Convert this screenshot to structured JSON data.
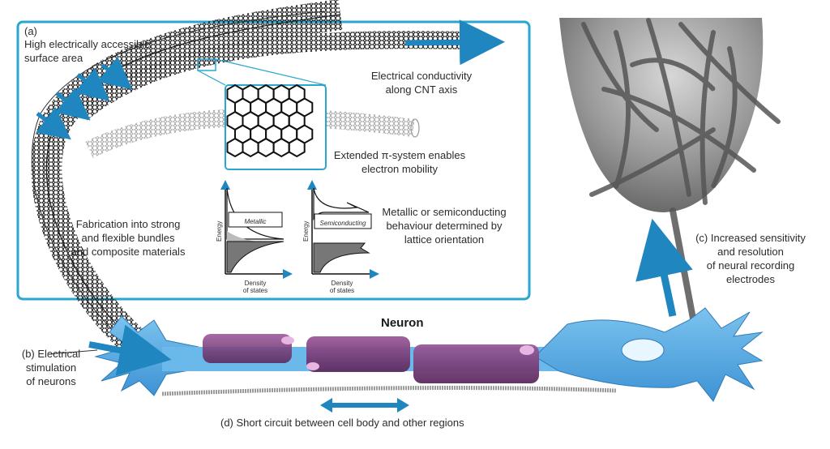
{
  "panel_a": {
    "tag": "(a)",
    "surface_area": [
      "High electrically accessible",
      "surface area"
    ],
    "conductivity": [
      "Electrical conductivity",
      "along CNT axis"
    ],
    "pi_system": [
      "Extended π-system enables",
      "electron mobility"
    ],
    "metallic_or_semi": [
      "Metallic or semiconducting",
      "behaviour determined by",
      "lattice orientation"
    ],
    "fabrication": [
      "Fabrication into strong",
      "and flexible bundles",
      "and composite materials"
    ],
    "dos_metallic": {
      "y_axis": "Energy",
      "band_label": "Metallic",
      "x_axis": [
        "Density",
        "of states"
      ]
    },
    "dos_semiconducting": {
      "y_axis": "Energy",
      "band_label": "Semiconducting",
      "x_axis": [
        "Density",
        "of states"
      ]
    }
  },
  "neuron_title": "Neuron",
  "panel_b": [
    "(b) Electrical",
    "stimulation",
    "of neurons"
  ],
  "panel_c": [
    "(c) Increased sensitivity",
    "and resolution",
    "of neural recording",
    "electrodes"
  ],
  "panel_d": "(d) Short circuit between cell body and other regions",
  "colors": {
    "frame": "#2aa7cf",
    "arrow": "#1f86c0",
    "neuron": "#5fb0e6",
    "myelin": "#7a3f7a"
  }
}
